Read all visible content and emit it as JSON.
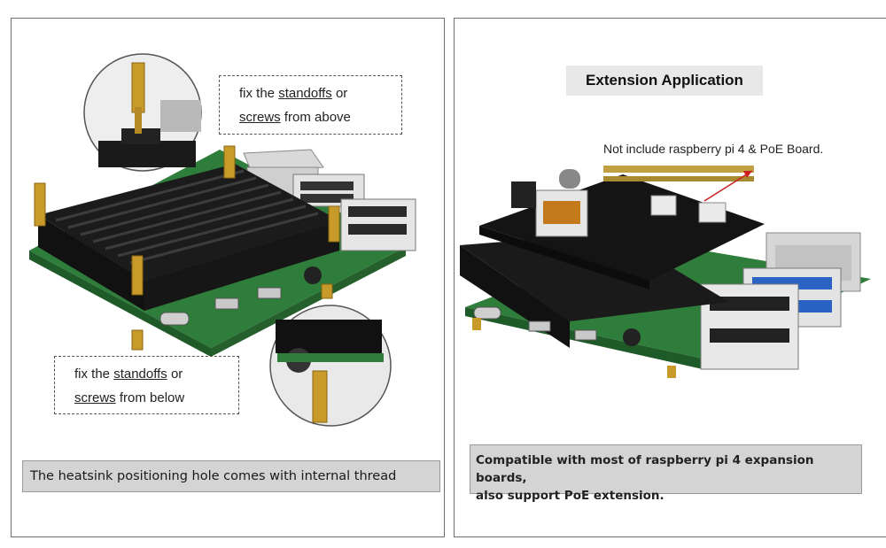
{
  "left_panel": {
    "callout_top": {
      "part1": "fix the ",
      "link1": "standoffs",
      "part2": " or",
      "link2": "screws",
      "part3": " from above"
    },
    "callout_bottom": {
      "part1": "fix the ",
      "link1": "standoffs",
      "part2": " or",
      "link2": "screws",
      "part3": " from below"
    },
    "caption": "The heatsink positioning hole comes with internal thread"
  },
  "right_panel": {
    "title": "Extension Application",
    "note": "Not include raspberry pi 4 & PoE Board.",
    "caption_line1": "Compatible with most of raspberry pi 4 expansion boards,",
    "caption_line2": "also support PoE extension."
  },
  "colors": {
    "pcb": "#2f7d3a",
    "heatsink": "#1b1b1b",
    "brass": "#c79a2a",
    "usb_blue": "#2a63c4",
    "caption_bg": "#d4d4d4",
    "title_bg": "#e8e8e8",
    "arrow": "#cc1f1f"
  }
}
